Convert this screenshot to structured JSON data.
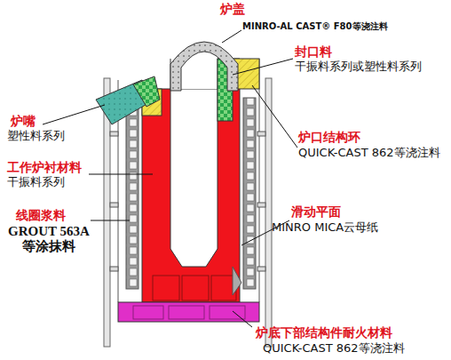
{
  "diagram": {
    "labels": [
      "炉盖",
      "MINRO-AL CAST® F80等浇注料",
      "封口料",
      "干振料系列或塑性料系列",
      "炉嘴",
      "塑性料系列",
      "炉口结构环",
      "QUICK-CAST 862等浇注料",
      "工作炉衬材料",
      "干振料系列",
      "线圈浆料",
      "GROUT 563A 等涂抹料",
      "滑动平面",
      "MINRO MICA云母纸",
      "炉底下部结构件耐火材料",
      "QUICK-CAST 862等浇注料"
    ]
  }
}
